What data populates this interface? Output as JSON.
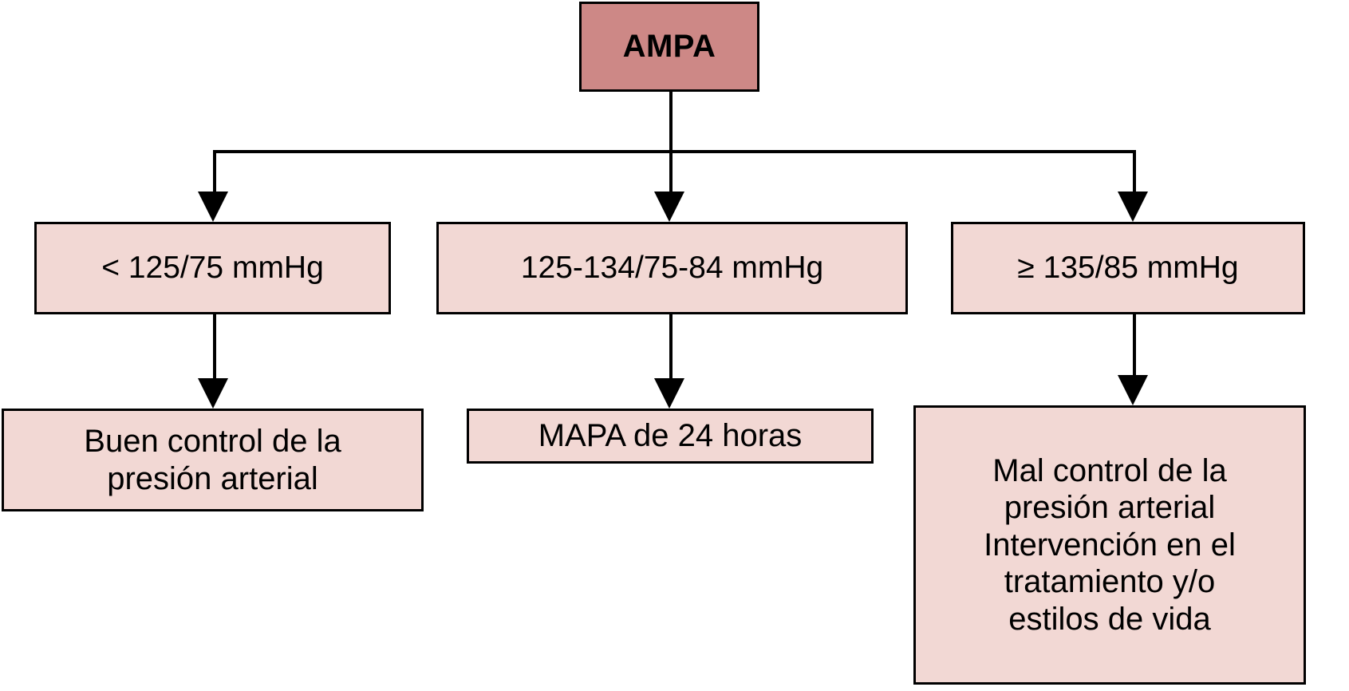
{
  "diagram": {
    "title_node": {
      "label": "AMPA"
    },
    "levels": [
      {
        "id": "low",
        "label": "< 125/75 mmHg"
      },
      {
        "id": "medium",
        "label": "125-134/75-84 mmHg"
      },
      {
        "id": "high",
        "label": "≥ 135/85 mmHg"
      }
    ],
    "outcomes": [
      {
        "id": "good-control",
        "label": "Buen control de la\npresión arterial"
      },
      {
        "id": "abpm",
        "label": "MAPA de 24 horas"
      },
      {
        "id": "poor-control",
        "label": "Mal control de la\npresión arterial\nIntervención en el\ntratamiento y/o\nestilos de vida"
      }
    ],
    "colors": {
      "root_fill": "#cd8886",
      "node_fill": "#f2d8d4",
      "stroke": "#000000",
      "background": "#ffffff"
    }
  }
}
